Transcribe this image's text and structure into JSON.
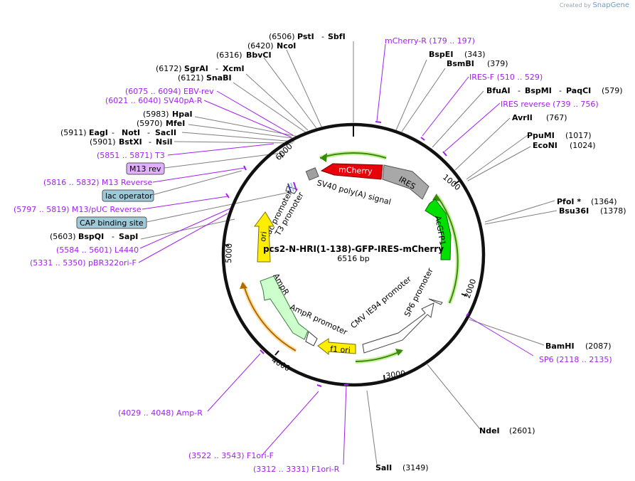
{
  "watermark": {
    "created_by": "Created by",
    "brand": "SnapGene"
  },
  "plasmid": {
    "name": "pcs2-N-HRI(1-138)-GFP-IRES-mCherry",
    "size": "6516 bp"
  },
  "ticks": [
    {
      "label": "1000"
    },
    {
      "label": "2000"
    },
    {
      "label": "3000"
    },
    {
      "label": "4000"
    },
    {
      "label": "5000"
    },
    {
      "label": "6000"
    }
  ],
  "enzymes": [
    {
      "pos": "(6506)",
      "name": "PstI",
      "sep": "-",
      "name2": "SbfI"
    },
    {
      "pos": "(6420)",
      "name": "NcoI"
    },
    {
      "pos": "(6316)",
      "name": "BbvCI"
    },
    {
      "pos": "(6172)",
      "name": "SgrAI",
      "sep": "-",
      "name2": "XcmI"
    },
    {
      "pos": "(6121)",
      "name": "SnaBI"
    },
    {
      "pos": "(5983)",
      "name": "HpaI"
    },
    {
      "pos": "(5970)",
      "name": "MfeI"
    },
    {
      "pos": "(5911)",
      "name": "EagI",
      "sep": "-",
      "name2": "NotI",
      "sep2": "-",
      "name3": "SacII"
    },
    {
      "pos": "(5901)",
      "name": "BstXI",
      "sep": "-",
      "name2": "NsiI"
    },
    {
      "pos": "(5603)",
      "name": "BspQI",
      "sep": "-",
      "name2": "SapI"
    },
    {
      "name": "BspEI",
      "pos": "(343)"
    },
    {
      "name": "BsmBI",
      "pos": "(379)"
    },
    {
      "name": "BfuAI",
      "sep": "-",
      "name2": "BspMI",
      "sep2": "-",
      "name3": "PaqCI",
      "pos": "(579)"
    },
    {
      "name": "AvrII",
      "pos": "(767)"
    },
    {
      "name": "PpuMI",
      "pos": "(1017)"
    },
    {
      "name": "EcoNI",
      "pos": "(1024)"
    },
    {
      "name": "PfoI *",
      "pos": "(1364)"
    },
    {
      "name": "Bsu36I",
      "pos": "(1378)"
    },
    {
      "name": "BamHI",
      "pos": "(2087)"
    },
    {
      "name": "NdeI",
      "pos": "(2601)"
    },
    {
      "name": "SalI",
      "pos": "(3149)"
    }
  ],
  "primers": [
    {
      "text": "(6075 .. 6094)  EBV-rev"
    },
    {
      "text": "(6021 .. 6040)  SV40pA-R"
    },
    {
      "text": "(5851 .. 5871)  T3"
    },
    {
      "text": "(5816 .. 5832)  M13 Reverse"
    },
    {
      "text": "(5797 .. 5819)  M13/pUC Reverse"
    },
    {
      "text": "(5584 .. 5601)  L4440"
    },
    {
      "text": "(5331 .. 5350)  pBR322ori-F"
    },
    {
      "text": "mCherry-R     (179 .. 197)"
    },
    {
      "text": "IRES-F     (510 .. 529)"
    },
    {
      "text": "IRES reverse     (739 .. 756)"
    },
    {
      "text": "SP6     (2118 .. 2135)"
    },
    {
      "text": "(4029 .. 4048)  Amp-R"
    },
    {
      "text": "(3522 .. 3543)  F1ori-F"
    },
    {
      "text": "(3312 .. 3331)  F1ori-R"
    }
  ],
  "boxed": [
    {
      "text": "M13 rev"
    },
    {
      "text": "lac operator"
    },
    {
      "text": "CAP binding site"
    }
  ],
  "features": {
    "mcherry": "mCherry",
    "ires": "IRES",
    "acgfp": "AcGFP1",
    "sv40": "SV40 poly(A) signal",
    "t3": "T3 promoter",
    "lac": "lac promoter",
    "ori": "ori",
    "ampr": "AmpR",
    "ampr_prom": "AmpR promoter",
    "f1ori": "f1 ori",
    "cmv": "CMV IE94 promoter",
    "sp6": "SP6 promoter"
  },
  "colors": {
    "mcherry": "#e8000b",
    "ires": "#a0a0a0",
    "acgfp": "#00e000",
    "ori": "#ffee00",
    "ampr": "#ccffcc",
    "primer": "#a020f0",
    "boxed_m13": "#e0b0ff",
    "boxed_lac": "#9ec9d8"
  }
}
